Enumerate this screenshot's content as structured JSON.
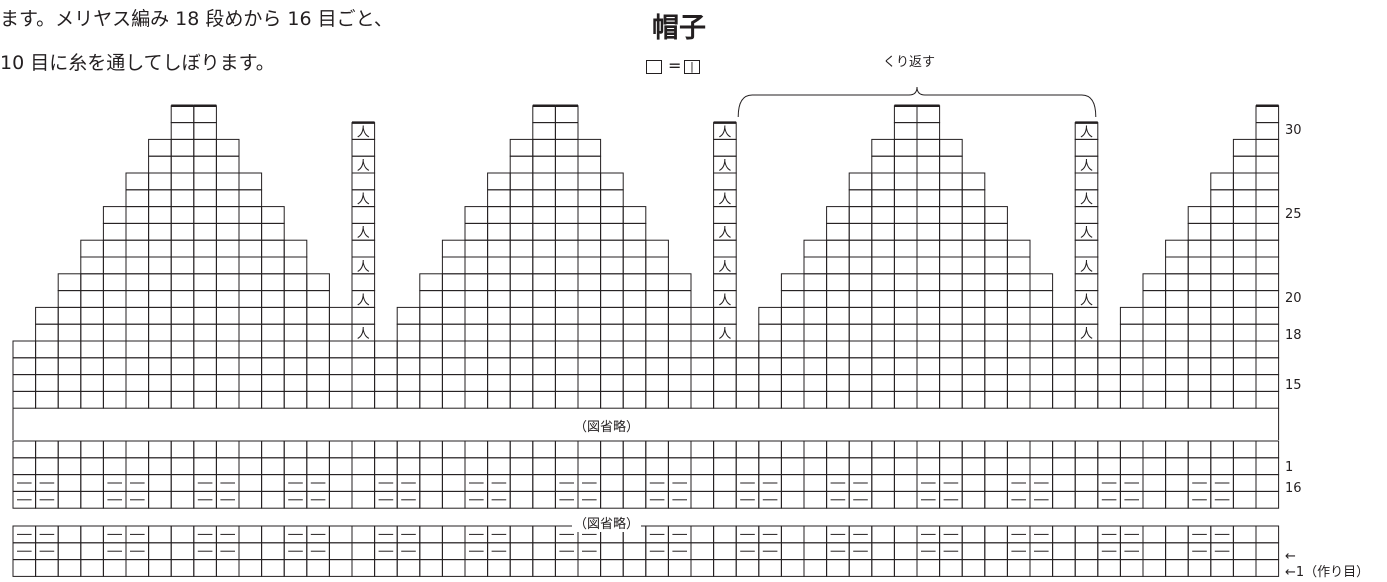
{
  "intro": {
    "line1": "ます。メリヤス編み 18 段めから 16 目ごと、",
    "line2": "10 目に糸を通してしぼります。"
  },
  "title": "帽子",
  "legend": {
    "equals": "=",
    "symbol": "|"
  },
  "repeat_label": "くり返す",
  "omitted_label": "（図省略）",
  "row_labels": {
    "r30": "30",
    "r25": "25",
    "r20": "20",
    "r18": "18",
    "r15": "15",
    "r1": "1",
    "r16": "16",
    "arrow": "←",
    "r1_cast_on": "←1（作り目）"
  },
  "chart": {
    "columns": 56,
    "pattern_repeat_stitches": 16,
    "dec_column_symbol": "人",
    "rib_symbol": "—",
    "colors": {
      "line": "#231f20",
      "background": "#ffffff"
    }
  }
}
